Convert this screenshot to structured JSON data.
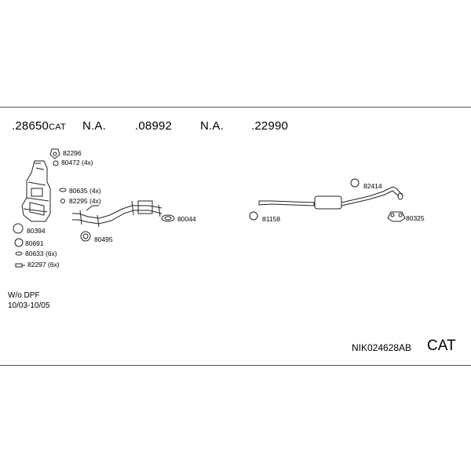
{
  "header": {
    "columns": [
      {
        "number": ".28650",
        "suffix": "CAT"
      },
      {
        "number": "N.A.",
        "suffix": ""
      },
      {
        "number": ".08992",
        "suffix": ""
      },
      {
        "number": "N.A.",
        "suffix": ""
      },
      {
        "number": ".22990",
        "suffix": ""
      }
    ]
  },
  "parts": {
    "p82296": "82296",
    "p80472": "80472 (4x)",
    "p80635": "80635 (4x)",
    "p82295": "82295 (4x)",
    "p80394": "80394",
    "p80691": "80691",
    "p80633": "80633 (6x)",
    "p82297": "82297 (6x)",
    "p80495": "80495",
    "p80044": "80044",
    "p81158": "81158",
    "p82414": "82414",
    "p80325": "80325"
  },
  "notes": {
    "line1": "W/o DPF",
    "line2": "10/03-10/05"
  },
  "footer": {
    "code": "NIK024628AB",
    "tag": "CAT"
  }
}
